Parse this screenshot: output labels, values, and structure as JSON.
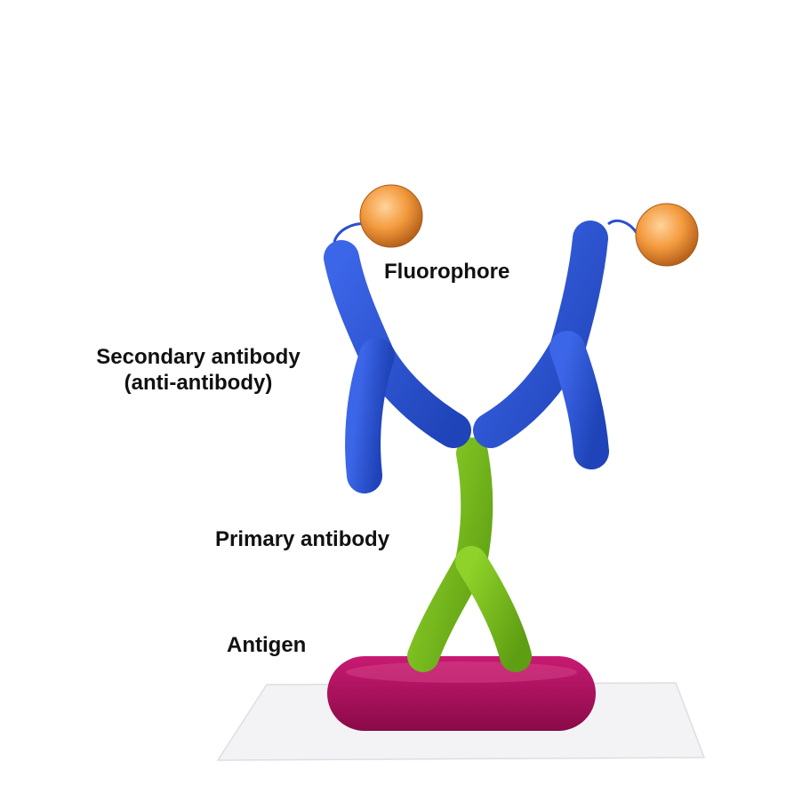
{
  "labels": {
    "fluorophore": "Fluorophore",
    "secondary_line1": "Secondary antibody",
    "secondary_line2": "(anti-antibody)",
    "primary": "Primary antibody",
    "antigen": "Antigen"
  },
  "colors": {
    "secondary_antibody": "#2f58d6",
    "primary_antibody": "#7ec31f",
    "antigen": "#b0105e",
    "fluorophore": "#f39a3e",
    "slide": "#f2f2f4",
    "text": "#111111"
  }
}
